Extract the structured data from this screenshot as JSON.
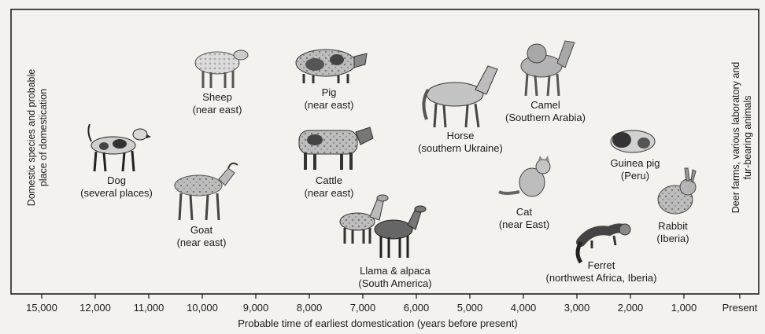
{
  "side_labels": {
    "left": [
      "Domestic species and probable",
      "place of domestication"
    ],
    "right": [
      "Deer farms, various laboratory and",
      "fur-bearing animals"
    ]
  },
  "axis": {
    "title": "Probable time of earliest domestication (years before present)",
    "ticks": [
      "15,000",
      "12,000",
      "11,000",
      "10,000",
      "9,000",
      "8,000",
      "7,000",
      "6,000",
      "5,000",
      "4,000",
      "3,000",
      "2,000",
      "1,000",
      "Present"
    ]
  },
  "animals": [
    {
      "id": "dog",
      "name": "Dog",
      "place": "(several places)"
    },
    {
      "id": "sheep",
      "name": "Sheep",
      "place": "(near east)"
    },
    {
      "id": "goat",
      "name": "Goat",
      "place": "(near east)"
    },
    {
      "id": "pig",
      "name": "Pig",
      "place": "(near east)"
    },
    {
      "id": "cattle",
      "name": "Cattle",
      "place": "(near east)"
    },
    {
      "id": "llama",
      "name": "Llama & alpaca",
      "place": "(South America)"
    },
    {
      "id": "horse",
      "name": "Horse",
      "place": "(southern Ukraine)"
    },
    {
      "id": "camel",
      "name": "Camel",
      "place": "(Southern Arabia)"
    },
    {
      "id": "cat",
      "name": "Cat",
      "place": "(near East)"
    },
    {
      "id": "guinea-pig",
      "name": "Guinea pig",
      "place": "(Peru)"
    },
    {
      "id": "ferret",
      "name": "Ferret",
      "place": "(northwest Africa, Iberia)"
    },
    {
      "id": "rabbit",
      "name": "Rabbit",
      "place": "(Iberia)"
    }
  ]
}
